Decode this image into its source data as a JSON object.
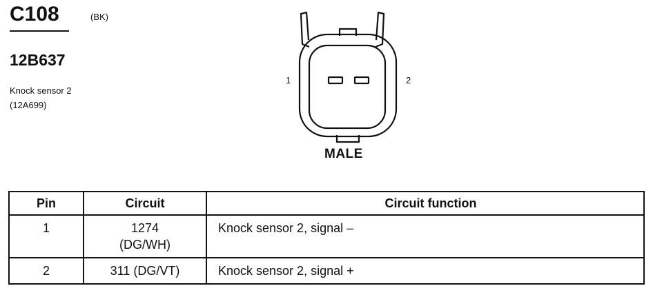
{
  "header": {
    "connector_id": "C108",
    "color_code": "(BK)",
    "part_number": "12B637",
    "description_lines": [
      "Knock sensor 2",
      "(12A699)"
    ]
  },
  "connector": {
    "pin_label_left": "1",
    "pin_label_right": "2",
    "gender_label": "MALE"
  },
  "table": {
    "headers": [
      "Pin",
      "Circuit",
      "Circuit function"
    ],
    "rows": [
      {
        "pin": "1",
        "circuit_lines": [
          "1274",
          "(DG/WH)"
        ],
        "function": "Knock sensor 2, signal –"
      },
      {
        "pin": "2",
        "circuit_lines": [
          "311 (DG/VT)"
        ],
        "function": "Knock sensor 2, signal +"
      }
    ]
  }
}
